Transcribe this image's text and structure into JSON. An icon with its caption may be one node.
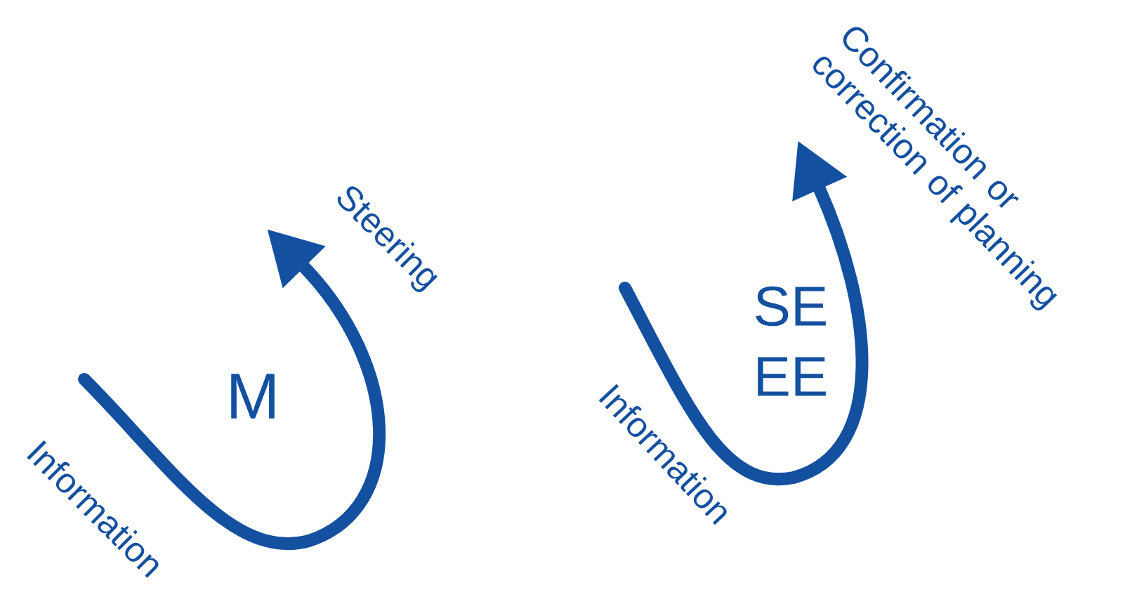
{
  "diagram": {
    "nodes": [
      {
        "text": [
          "Information"
        ]
      },
      {
        "text": [
          "Steering"
        ]
      },
      {
        "text": [
          "Information"
        ]
      },
      {
        "text": [
          "Confirmation or correction of planning"
        ]
      }
    ],
    "edges": [
      {
        "from": 0,
        "to": 1,
        "arrow": "to"
      },
      {
        "from": 2,
        "to": 3,
        "arrow": "to"
      }
    ],
    "labels": [
      "M",
      "SE",
      "EE"
    ]
  }
}
